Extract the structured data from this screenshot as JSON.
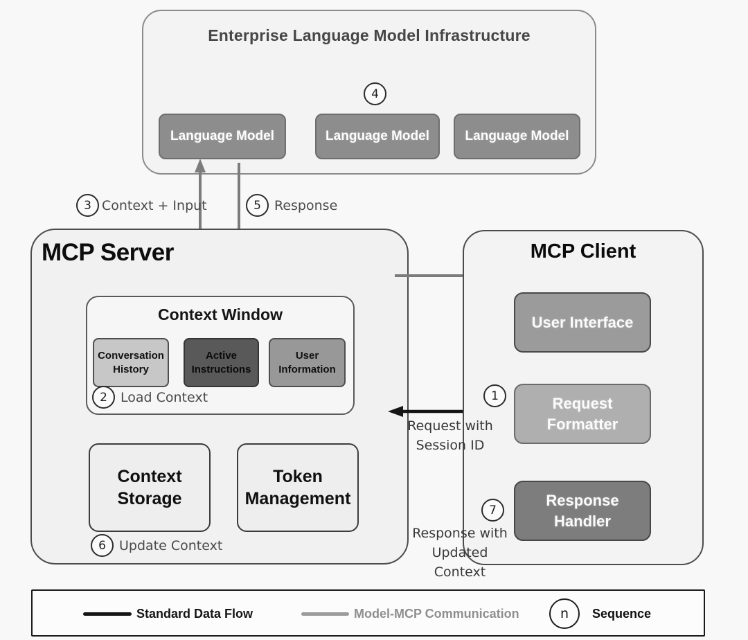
{
  "infrastructure": {
    "title": "Enterprise Language Model Infrastructure",
    "badge": "4",
    "models": [
      {
        "label": "Language Model"
      },
      {
        "label": "Language Model"
      },
      {
        "label": "Language Model"
      }
    ]
  },
  "server": {
    "title": "MCP Server",
    "context_window": {
      "title": "Context Window",
      "items": [
        {
          "label": "Conversation History"
        },
        {
          "label": "Active Instructions"
        },
        {
          "label": "User Information"
        }
      ]
    },
    "boxes": [
      {
        "label": "Context Storage"
      },
      {
        "label": "Token Management"
      }
    ],
    "load_context": {
      "badge": "2",
      "label": "Load Context"
    },
    "update_context": {
      "badge": "6",
      "label": "Update Context"
    }
  },
  "client": {
    "title": "MCP Client",
    "boxes": [
      {
        "label": "User Interface"
      },
      {
        "label": "Request Formatter"
      },
      {
        "label": "Response Handler"
      }
    ]
  },
  "flows": {
    "context_input": {
      "badge": "3",
      "label": "Context + Input"
    },
    "response": {
      "badge": "5",
      "label": "Response"
    },
    "request": {
      "badge": "1",
      "line1": "Request with",
      "line2": "Session ID"
    },
    "client_response": {
      "badge": "7",
      "line1": "Response with",
      "line2": "Updated Context"
    }
  },
  "legend": {
    "standard": "Standard Data Flow",
    "model_mcp": "Model-MCP Communication",
    "badge": "n",
    "sequence": "Sequence"
  },
  "colors": {
    "model_box": "#8d8d8d",
    "conversation_history": "#c7c7c7",
    "active_instructions": "#595959",
    "user_information": "#989898",
    "user_interface": "#9b9b9b",
    "request_formatter": "#afafaf",
    "response_handler": "#7d7d7d",
    "gray_arrow": "#7c7c7c",
    "black_arrow": "#151515"
  }
}
